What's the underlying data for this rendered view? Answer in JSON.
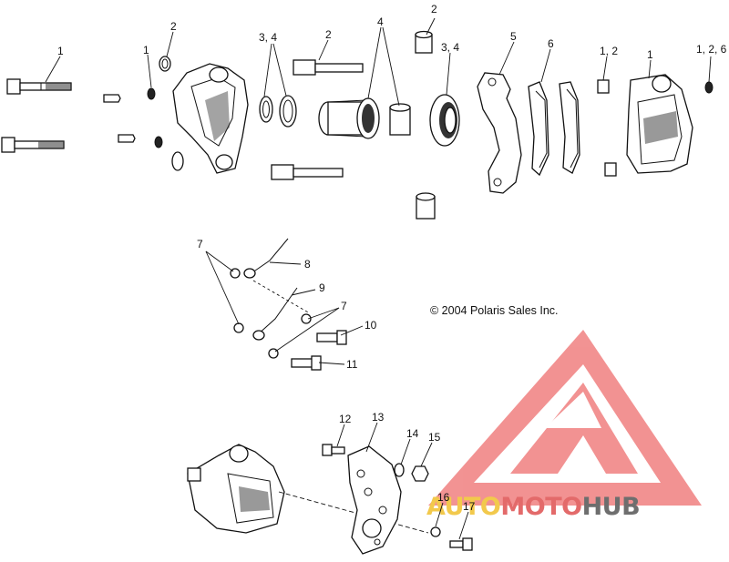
{
  "copyright": "© 2004 Polaris Sales Inc.",
  "watermark": {
    "part1": "AUTO",
    "part2": "MOTO",
    "part3": "HUB",
    "colors": {
      "auto": "#f2c94c",
      "moto": "#e36a6a",
      "hub": "#6e6e6e",
      "logo": "#f08080"
    }
  },
  "callouts": [
    {
      "id": "c1a",
      "text": "1"
    },
    {
      "id": "c1b",
      "text": "1"
    },
    {
      "id": "c2a",
      "text": "2"
    },
    {
      "id": "c34a",
      "text": "3, 4"
    },
    {
      "id": "c2b",
      "text": "2"
    },
    {
      "id": "c4",
      "text": "4"
    },
    {
      "id": "c2c",
      "text": "2"
    },
    {
      "id": "c34b",
      "text": "3, 4"
    },
    {
      "id": "c5",
      "text": "5"
    },
    {
      "id": "c6",
      "text": "6"
    },
    {
      "id": "c12",
      "text": "1, 2"
    },
    {
      "id": "c1c",
      "text": "1"
    },
    {
      "id": "c126",
      "text": "1, 2, 6"
    },
    {
      "id": "c7a",
      "text": "7"
    },
    {
      "id": "c8",
      "text": "8"
    },
    {
      "id": "c9",
      "text": "9"
    },
    {
      "id": "c7b",
      "text": "7"
    },
    {
      "id": "c10",
      "text": "10"
    },
    {
      "id": "c11",
      "text": "11"
    },
    {
      "id": "c12b",
      "text": "12"
    },
    {
      "id": "c13",
      "text": "13"
    },
    {
      "id": "c14",
      "text": "14"
    },
    {
      "id": "c15",
      "text": "15"
    },
    {
      "id": "c16",
      "text": "16"
    },
    {
      "id": "c17",
      "text": "17"
    }
  ]
}
